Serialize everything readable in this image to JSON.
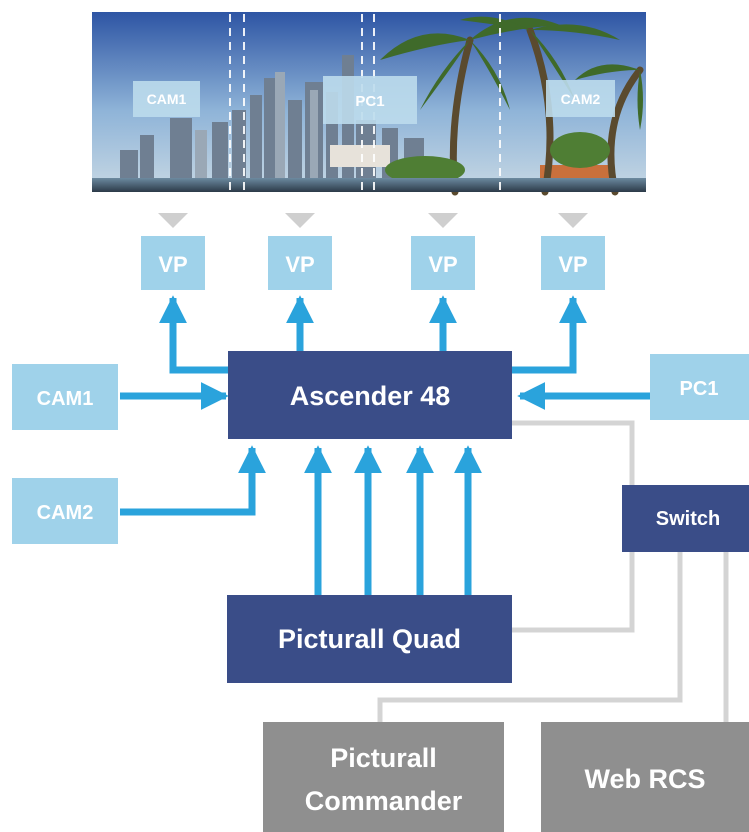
{
  "display_labels": {
    "cam1": "CAM1",
    "pc1": "PC1",
    "cam2": "CAM2"
  },
  "vp_label": "VP",
  "inputs": {
    "cam1": "CAM1",
    "cam2": "CAM2",
    "pc1": "PC1"
  },
  "main_switcher": "Ascender 48",
  "media_server": "Picturall Quad",
  "network_switch": "Switch",
  "controllers": {
    "commander_line1": "Picturall",
    "commander_line2": "Commander",
    "web": "Web RCS"
  },
  "colors": {
    "dark_box": "#3a4d88",
    "light_box": "#9fd2ea",
    "arrow": "#2aa3dc",
    "gray_box": "#8f8f8f",
    "network_line": "#d4d4d4",
    "vp_triangle": "#cfcfcf"
  }
}
